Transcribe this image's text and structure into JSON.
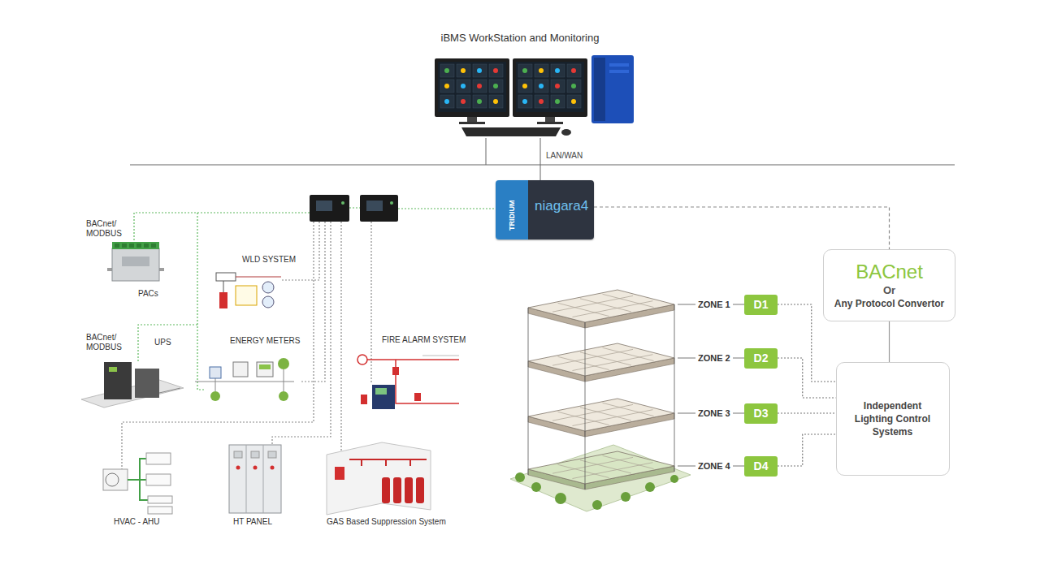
{
  "diagram": {
    "title": "iBMS WorkStation and Monitoring",
    "nodes": [
      {
        "text": [
          "TRIDIUM",
          "niagara4"
        ]
      },
      {
        "text": [
          "BACnet/ MODBUS",
          "PACs"
        ]
      },
      {
        "text": [
          "WLD SYSTEM"
        ]
      },
      {
        "text": [
          "BACnet",
          "Or",
          "Any Protocol Convertor"
        ]
      },
      {
        "text": [
          "BACnet/ MODBUS",
          "UPS"
        ]
      },
      {
        "text": [
          "ENERGY METERS"
        ]
      },
      {
        "text": [
          "FIRE ALARM SYSTEM"
        ]
      },
      {
        "text": [
          "D1"
        ]
      },
      {
        "text": [
          "D2"
        ]
      },
      {
        "text": [
          "Independent Lighting Control Systems"
        ]
      },
      {
        "text": [
          "D3"
        ]
      },
      {
        "text": [
          "D4"
        ]
      },
      {
        "text": [
          "HVAC - AHU"
        ]
      },
      {
        "text": [
          "HT PANEL"
        ]
      },
      {
        "text": [
          "GAS Based Suppression System"
        ]
      }
    ],
    "edges": [
      {
        "from": 0,
        "to": 3,
        "arrow": "none"
      },
      {
        "from": 3,
        "to": 9,
        "arrow": "none"
      },
      {
        "from": 7,
        "to": 9,
        "arrow": "none"
      },
      {
        "from": 8,
        "to": 9,
        "arrow": "none"
      },
      {
        "from": 10,
        "to": 9,
        "arrow": "none"
      },
      {
        "from": 11,
        "to": 9,
        "arrow": "none"
      }
    ],
    "labels": [
      "LAN/WAN",
      "ZONE 1",
      "ZONE 2",
      "ZONE 3",
      "ZONE 4"
    ]
  }
}
